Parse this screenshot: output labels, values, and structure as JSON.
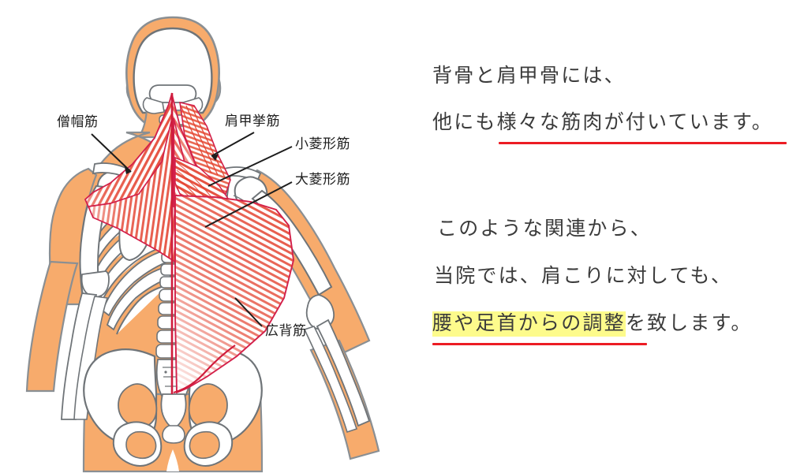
{
  "page": {
    "background_color": "#ffffff",
    "kind": "anatomy-illustration-with-caption"
  },
  "illustration": {
    "title": "back-muscles-and-skeleton-diagram",
    "description": "Rear view of a human torso: left half shows the skeleton (skull, cervical spine, scapula, ribs, vertebral column, pelvis), right half shows the back muscles (trapezius, levator scapulae, rhomboid minor, rhomboid major, latissimus dorsi) drawn with red striated fibers.",
    "colors": {
      "skin": "#f7ab6c",
      "skin_outline": "#8a8f93",
      "bone_fill": "#ffffff",
      "bone_outline": "#6f7478",
      "muscle_red": "#e4402e",
      "muscle_outline": "#d3204a",
      "midline_red": "#cf1c3c",
      "leader_line": "#1d1d1d"
    },
    "labels": [
      {
        "id": "soubou",
        "text": "僧帽筋",
        "muscle_en": "trapezius",
        "marker": "arrow"
      },
      {
        "id": "kenkokyo",
        "text": "肩甲挙筋",
        "muscle_en": "levator scapulae",
        "marker": "arrow"
      },
      {
        "id": "shoryo",
        "text": "小菱形筋",
        "muscle_en": "rhomboid minor",
        "marker": "line"
      },
      {
        "id": "dairyo",
        "text": "大菱形筋",
        "muscle_en": "rhomboid major",
        "marker": "line"
      },
      {
        "id": "kohai",
        "text": "広背筋",
        "muscle_en": "latissimus dorsi",
        "marker": "line"
      }
    ]
  },
  "caption": {
    "text_color": "#3b3b3b",
    "paragraph_1": {
      "lines": [
        "背骨と肩甲骨には、",
        "他にも様々な筋肉が付いています。"
      ]
    },
    "paragraph_2": {
      "lines": [
        "このような関連から、",
        "当院では、肩こりに対しても、"
      ],
      "final_line": {
        "highlighted": "腰や足首からの調整",
        "rest": "を致します。"
      }
    },
    "emphasis": {
      "underline_color": "#ec1c24",
      "highlight_color": "#fdfb8c"
    }
  }
}
